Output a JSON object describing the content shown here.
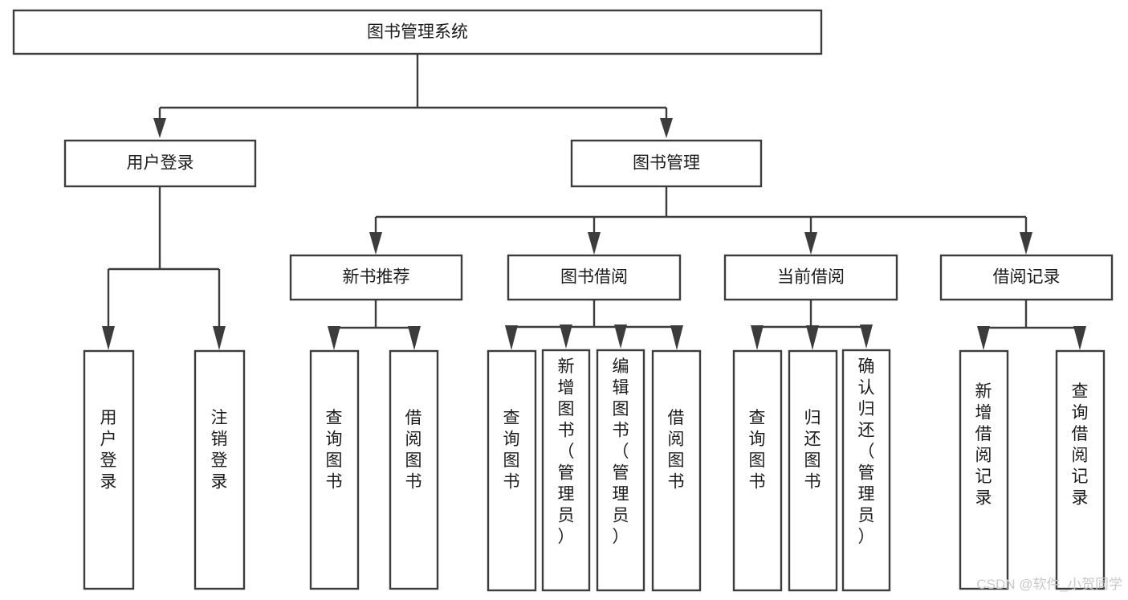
{
  "diagram": {
    "title": "图书管理系统",
    "type": "tree-hierarchy",
    "watermark": "CSDN @软件_小贺同学",
    "colors": {
      "background": "#ffffff",
      "box_stroke": "#3c3c3c",
      "box_fill": "#ffffff",
      "text": "#1b1b1b",
      "watermark": "#c9c9c9"
    },
    "levels": {
      "root": {
        "label": "图书管理系统"
      },
      "level1": [
        {
          "id": "user-login",
          "label": "用户登录"
        },
        {
          "id": "book-management",
          "label": "图书管理"
        }
      ],
      "level2": [
        {
          "id": "new-book-recommend",
          "label": "新书推荐",
          "parent": "book-management"
        },
        {
          "id": "book-borrow",
          "label": "图书借阅",
          "parent": "book-management"
        },
        {
          "id": "current-borrow",
          "label": "当前借阅",
          "parent": "book-management"
        },
        {
          "id": "borrow-record",
          "label": "借阅记录",
          "parent": "book-management"
        }
      ],
      "leaves": [
        {
          "id": "leaf-user-login",
          "label": "用户登录",
          "parent": "user-login"
        },
        {
          "id": "leaf-logout",
          "label": "注销登录",
          "parent": "user-login"
        },
        {
          "id": "leaf-query-book-1",
          "label": "查询图书",
          "parent": "new-book-recommend"
        },
        {
          "id": "leaf-borrow-book-1",
          "label": "借阅图书",
          "parent": "new-book-recommend"
        },
        {
          "id": "leaf-query-book-2",
          "label": "查询图书",
          "parent": "book-borrow"
        },
        {
          "id": "leaf-add-book",
          "label": "新增图书（管理员）",
          "parent": "book-borrow"
        },
        {
          "id": "leaf-edit-book",
          "label": "编辑图书（管理员）",
          "parent": "book-borrow"
        },
        {
          "id": "leaf-borrow-book-2",
          "label": "借阅图书",
          "parent": "book-borrow"
        },
        {
          "id": "leaf-query-book-3",
          "label": "查询图书",
          "parent": "current-borrow"
        },
        {
          "id": "leaf-return-book",
          "label": "归还图书",
          "parent": "current-borrow"
        },
        {
          "id": "leaf-confirm-return",
          "label": "确认归还（管理员）",
          "parent": "current-borrow"
        },
        {
          "id": "leaf-add-record",
          "label": "新增借阅记录",
          "parent": "borrow-record"
        },
        {
          "id": "leaf-query-record",
          "label": "查询借阅记录",
          "parent": "borrow-record"
        }
      ]
    }
  }
}
